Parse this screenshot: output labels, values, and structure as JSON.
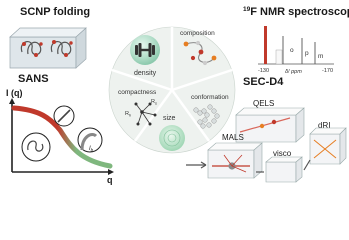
{
  "titles": {
    "scnp": "SCNP folding",
    "nmr_prefix": "19",
    "nmr_main": "F NMR spectroscopy",
    "sans": "SANS",
    "sec": "SEC-D4"
  },
  "wheel_labels": {
    "density": "density",
    "composition": "composition",
    "compactness": "compactness",
    "conformation": "conformation",
    "size": "size"
  },
  "compactness_symbols": {
    "r_s": "R",
    "r_s_sub": "s",
    "r_h": "R",
    "r_h_sub": "h"
  },
  "nmr": {
    "peaks": [
      "o",
      "p",
      "m"
    ],
    "axis_ticks": [
      "-130",
      "-170"
    ],
    "axis_label": "δ/ ppm"
  },
  "sans_plot": {
    "ylabel": "I (q)",
    "xlabel": "q",
    "annotation": "I",
    "annotation_sub": "b"
  },
  "sec_instruments": {
    "qels": "QELS",
    "mals": "MALS",
    "visco": "visco",
    "dri": "dRI"
  },
  "colors": {
    "red": "#c0392b",
    "orange": "#e67e22",
    "green_curve": "#4caf50",
    "wheel_fill": "#eef2ef",
    "divider": "#ffffff",
    "dark": "#222222"
  }
}
